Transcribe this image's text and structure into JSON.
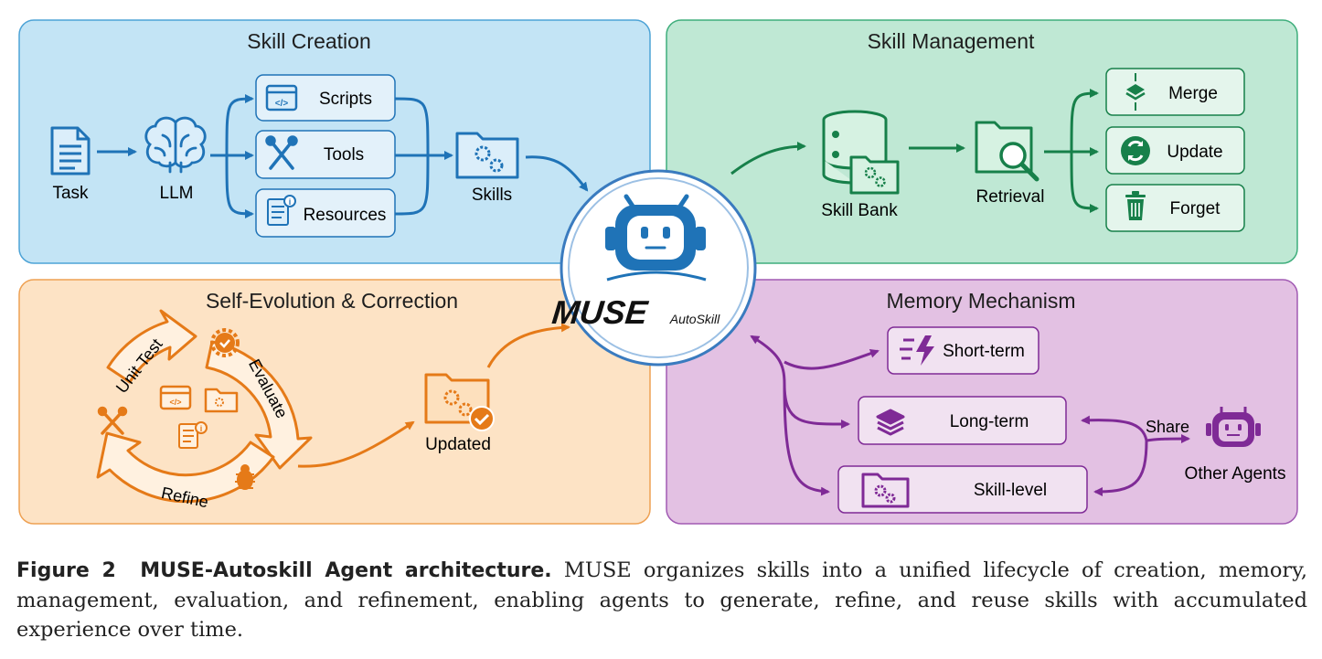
{
  "panels": {
    "creation": {
      "title": "Skill Creation",
      "task": "Task",
      "llm": "LLM",
      "scripts": "Scripts",
      "tools": "Tools",
      "resources": "Resources",
      "skills": "Skills"
    },
    "management": {
      "title": "Skill Management",
      "skill_bank": "Skill Bank",
      "retrieval": "Retrieval",
      "merge": "Merge",
      "update": "Update",
      "forget": "Forget"
    },
    "evolution": {
      "title": "Self-Evolution & Correction",
      "unit_test": "Unit Test",
      "evaluate": "Evaluate",
      "refine": "Refine",
      "updated": "Updated"
    },
    "memory": {
      "title": "Memory Mechanism",
      "short_term": "Short-term",
      "long_term": "Long-term",
      "skill_level": "Skill-level",
      "share": "Share",
      "other_agents": "Other Agents"
    }
  },
  "center": {
    "logo_main": "MUSE",
    "logo_sub": "AutoSkill"
  },
  "caption": {
    "figure_label": "Figure 2",
    "title": "MUSE-Autoskill Agent architecture.",
    "body": "MUSE organizes skills into a unified lifecycle of creation, memory, management, evaluation, and refinement, enabling agents to generate, refine, and reuse skills with accumulated experience over time."
  },
  "colors": {
    "creation": "#1f73b7",
    "management": "#17804a",
    "evolution": "#e57a18",
    "memory": "#7f2a96"
  }
}
